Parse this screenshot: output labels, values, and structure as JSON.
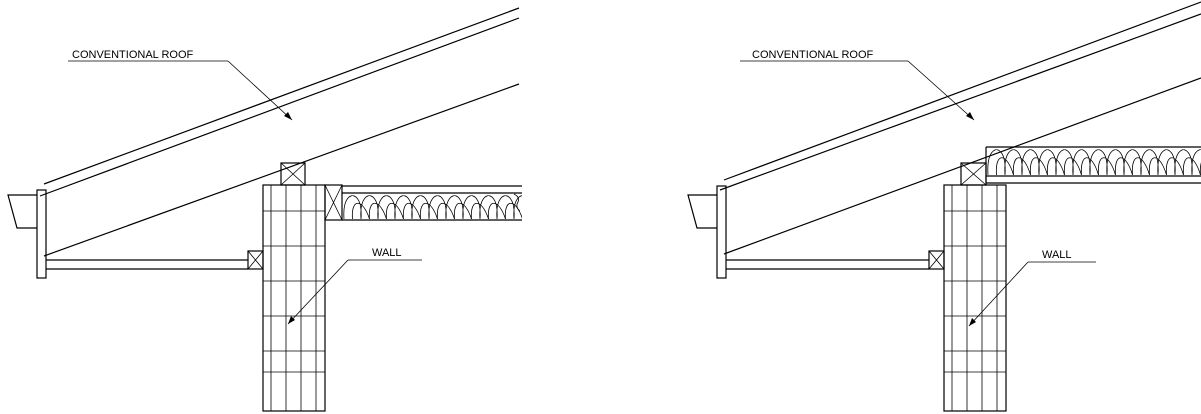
{
  "details": [
    {
      "id": "left",
      "roof_label": "CONVENTIONAL ROOF",
      "wall_label": "WALL"
    },
    {
      "id": "right",
      "roof_label": "CONVENTIONAL ROOF",
      "wall_label": "WALL"
    }
  ]
}
